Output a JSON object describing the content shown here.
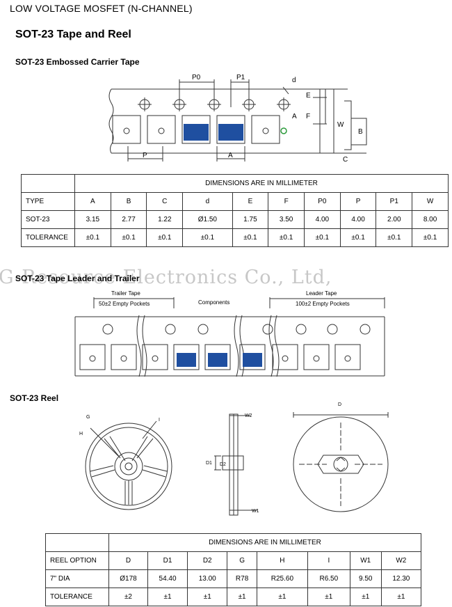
{
  "header": "LOW VOLTAGE MOSFET  (N-CHANNEL)",
  "title": "SOT-23 Tape  and  Reel",
  "carrier": {
    "heading": "SOT-23 Embossed Carrier Tape",
    "labels": {
      "p0": "P0",
      "p1": "P1",
      "d": "d",
      "e": "E",
      "f": "F",
      "w": "W",
      "a": "A",
      "p": "P",
      "b": "B",
      "c": "C"
    }
  },
  "tape_table": {
    "caption": "DIMENSIONS ARE IN MILLIMETER",
    "headers": [
      "TYPE",
      "A",
      "B",
      "C",
      "d",
      "E",
      "F",
      "P0",
      "P",
      "P1",
      "W"
    ],
    "rows": [
      [
        "SOT-23",
        "3.15",
        "2.77",
        "1.22",
        "Ø1.50",
        "1.75",
        "3.50",
        "4.00",
        "4.00",
        "2.00",
        "8.00"
      ],
      [
        "TOLERANCE",
        "±0.1",
        "±0.1",
        "±0.1",
        "±0.1",
        "±0.1",
        "±0.1",
        "±0.1",
        "±0.1",
        "±0.1",
        "±0.1"
      ]
    ]
  },
  "watermark": "G-Resource Electronics Co., Ltd,",
  "leader": {
    "heading": "SOT-23 Tape Leader and Trailer",
    "trailer_label": "Trailer Tape",
    "trailer_sub": "50±2 Empty Pockets",
    "components_label": "Components",
    "leader_label": "Leader Tape",
    "leader_sub": "100±2 Empty Pockets"
  },
  "reel": {
    "heading": "SOT-23 Reel",
    "labels": {
      "g": "G",
      "h": "H",
      "i": "I",
      "w2": "W2",
      "w1": "W1",
      "d1": "D1",
      "d2": "D2",
      "d": "D"
    }
  },
  "reel_table": {
    "caption": "DIMENSIONS ARE IN MILLIMETER",
    "headers": [
      "REEL OPTION",
      "D",
      "D1",
      "D2",
      "G",
      "H",
      "I",
      "W1",
      "W2"
    ],
    "rows": [
      [
        "7\" DIA",
        "Ø178",
        "54.40",
        "13.00",
        "R78",
        "R25.60",
        "R6.50",
        "9.50",
        "12.30"
      ],
      [
        "TOLERANCE",
        "±2",
        "±1",
        "±1",
        "±1",
        "±1",
        "±1",
        "±1",
        "±1"
      ]
    ]
  },
  "colors": {
    "chip": "#1f4fa0",
    "line": "#333333"
  }
}
